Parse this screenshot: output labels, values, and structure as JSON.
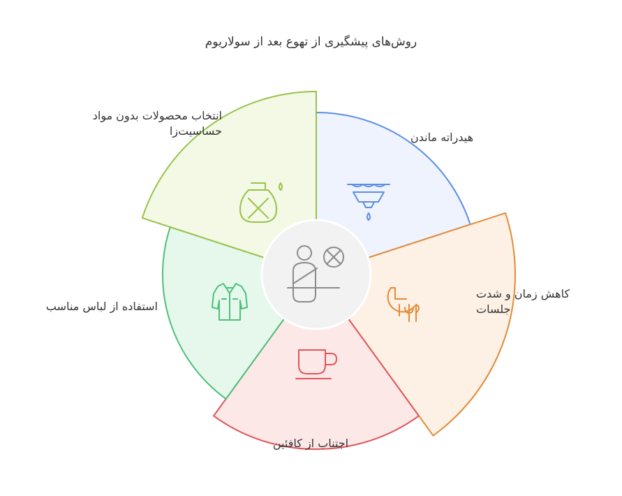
{
  "title": "روش‌های پیشگیری از تهوع بعد از سولاریوم",
  "segments": [
    {
      "label": "هیدراته ماندن",
      "icon": "faucet-water-drop-icon",
      "stroke": "#5b8ee6",
      "fill": "#eef3fd"
    },
    {
      "label": "کاهش زمان و شدت جلسات",
      "icon": "timer-light-intensity-icon",
      "stroke": "#e48a34",
      "fill": "#fdf0e4"
    },
    {
      "label": "اجتناب از کافئین",
      "icon": "coffee-cup-icon",
      "stroke": "#e0555a",
      "fill": "#fde8e8"
    },
    {
      "label": "استفاده از لباس مناسب",
      "icon": "shirt-icon",
      "stroke": "#4cc07a",
      "fill": "#e6f8ec"
    },
    {
      "label": "انتخاب محصولات بدون مواد حساسیت‌زا",
      "icon": "no-allergen-bottle-icon",
      "stroke": "#98c24a",
      "fill": "#f3f9e5"
    }
  ],
  "center": {
    "icon": "person-seatbelt-no-icon",
    "stroke": "#888888",
    "fill": "#f2f2f2"
  }
}
